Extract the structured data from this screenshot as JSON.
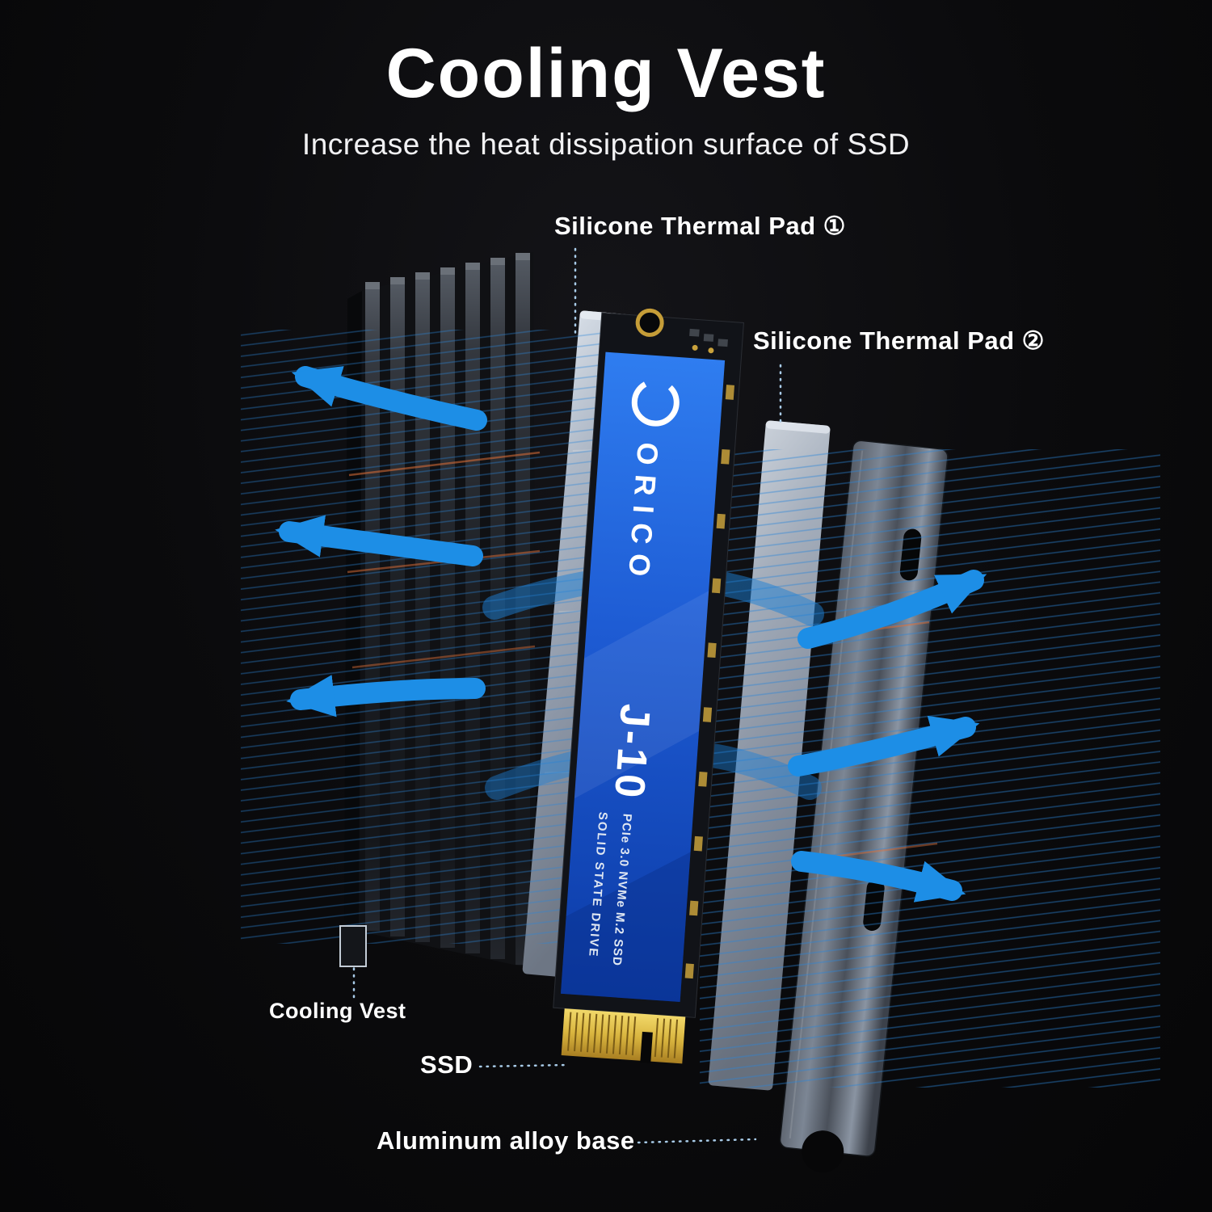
{
  "header": {
    "title": "Cooling Vest",
    "subtitle": "Increase the heat dissipation surface of SSD"
  },
  "callouts": {
    "thermal_pad_1": "Silicone Thermal Pad ①",
    "thermal_pad_2": "Silicone Thermal Pad ②",
    "cooling_vest": "Cooling Vest",
    "ssd": "SSD",
    "aluminum_base": "Aluminum alloy base"
  },
  "ssd_label": {
    "brand": "ORICO",
    "model": "J-10",
    "spec_line1": "SOLID STATE DRIVE",
    "spec_line2": "PCIe 3.0 NVMe M.2 SSD"
  },
  "colors": {
    "background": "#0b0b0d",
    "airflow_blue": "#1d8ee6",
    "ssd_blue": "#1d5ad2",
    "connector_gold": "#d9b53f",
    "pad_gray": "#aeb8c6",
    "heat_accent_orange": "#e07038"
  }
}
